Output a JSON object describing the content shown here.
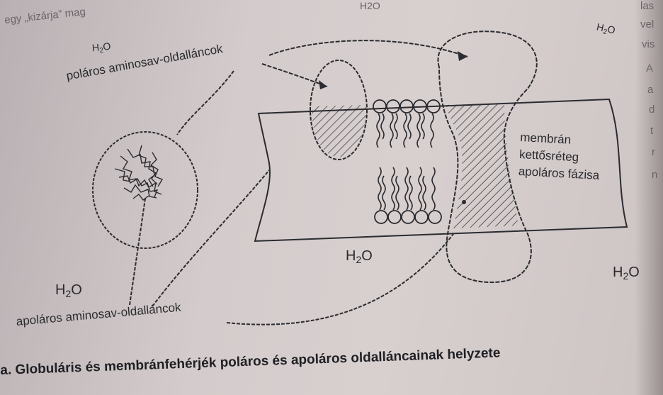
{
  "top_text": {
    "fragment": "egy „kizárja” mag",
    "top_h2o": "H2O"
  },
  "h2o_labels": {
    "top_left": {
      "base": "H",
      "sub": "2",
      "tail": "O"
    },
    "top_right": {
      "base": "H",
      "sub": "2",
      "tail": "O"
    },
    "middle": {
      "base": "H",
      "sub": "2",
      "tail": "O"
    },
    "bottom_left": {
      "base": "H",
      "sub": "2",
      "tail": "O"
    },
    "bottom_right": {
      "base": "H",
      "sub": "2",
      "tail": "O"
    }
  },
  "labels": {
    "polar": "poláros aminosav-oldalláncok",
    "apolar": "apoláros aminosav-oldalláncok",
    "membrane_line1": "membrán",
    "membrane_line2": "kettősréteg",
    "membrane_line3": "apoláros fázisa"
  },
  "caption": "a. Globuláris és membránfehérjék poláros és apoláros oldalláncainak helyzete",
  "right_edge_fragments": [
    "las",
    "vel",
    "vis",
    "A",
    "a",
    "d",
    "t",
    "r",
    "n"
  ]
}
